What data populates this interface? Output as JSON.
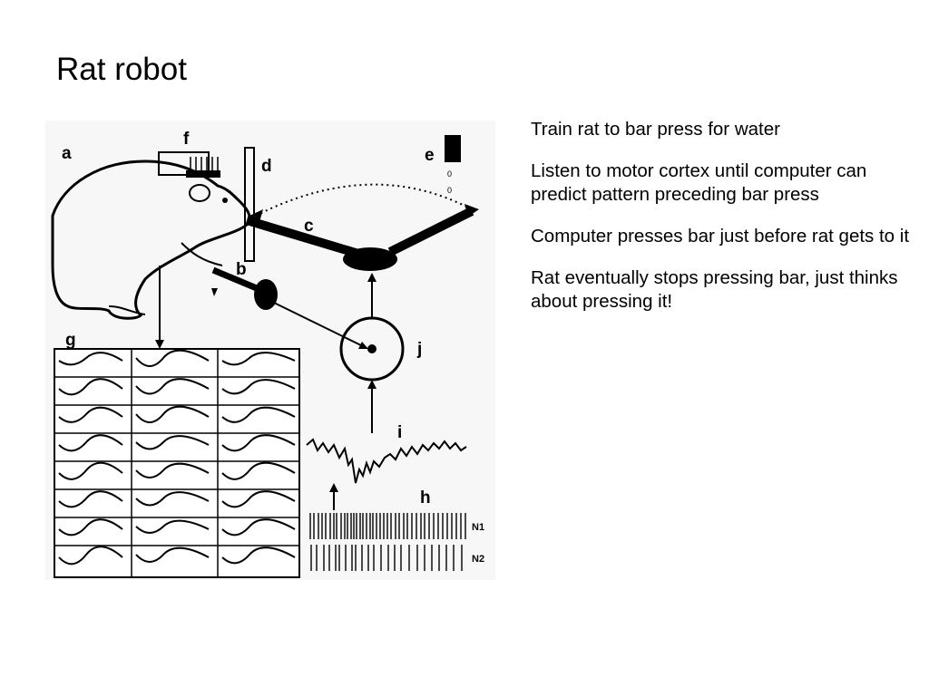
{
  "slide": {
    "title": "Rat robot",
    "bullets": [
      "Train rat to bar press for water",
      "Listen to motor cortex until computer can predict pattern preceding bar press",
      "Computer presses bar just before rat gets to it",
      "Rat eventually stops pressing bar, just thinks about pressing it!"
    ]
  },
  "figure": {
    "labels": {
      "a": "a",
      "b": "b",
      "c": "c",
      "d": "d",
      "e": "e",
      "f": "f",
      "g": "g",
      "h": "h",
      "i": "i",
      "j": "j"
    },
    "neuron_labels": [
      "N1",
      "N2"
    ],
    "water_drops": [
      "0",
      "0"
    ]
  }
}
